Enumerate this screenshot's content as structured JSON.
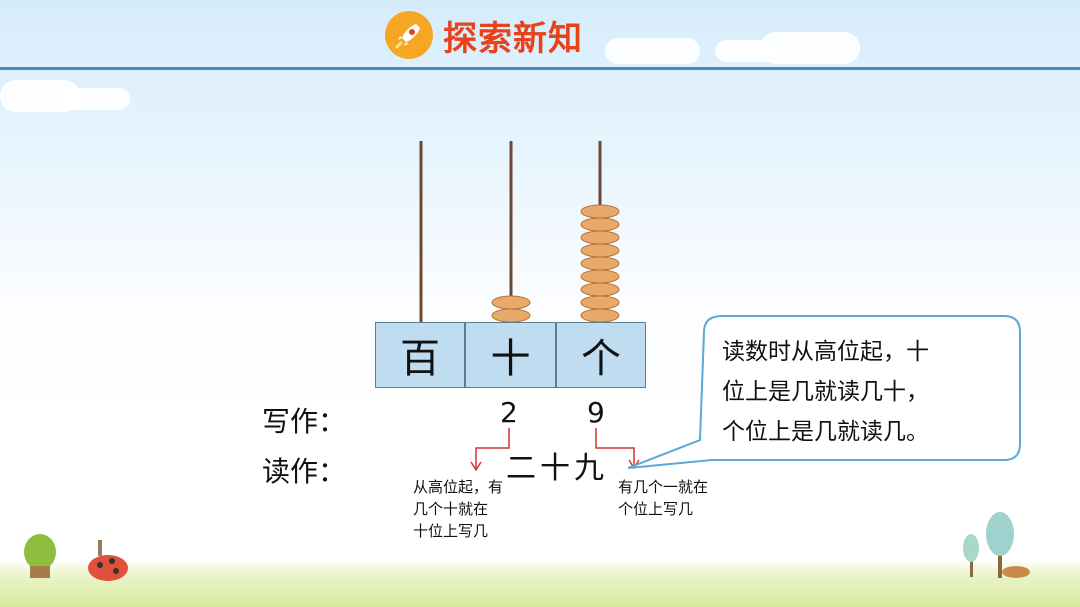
{
  "header": {
    "title": "探索新知",
    "icon": "rocket-icon"
  },
  "abacus": {
    "rods": [
      {
        "place": "百",
        "beads": 0
      },
      {
        "place": "十",
        "beads": 2
      },
      {
        "place": "个",
        "beads": 9
      }
    ]
  },
  "write": {
    "label": "写作：",
    "tens_digit": "2",
    "ones_digit": "9"
  },
  "read": {
    "label": "读作：",
    "number": "二十九"
  },
  "notes": {
    "tens_note": [
      "从高位起，有",
      "几个十就在",
      "十位上写几"
    ],
    "ones_note": [
      "有几个一就在",
      "个位上写几"
    ]
  },
  "bubble": {
    "lines": [
      "读数时从高位起，十",
      "位上是几就读几十，",
      "个位上是几就读几。"
    ]
  },
  "colors": {
    "title": "#e8421c",
    "header_line": "#3e8fc6",
    "bead": "#e9a968",
    "arrow": "#d0352b",
    "bubble_border": "#5aa9d6"
  }
}
